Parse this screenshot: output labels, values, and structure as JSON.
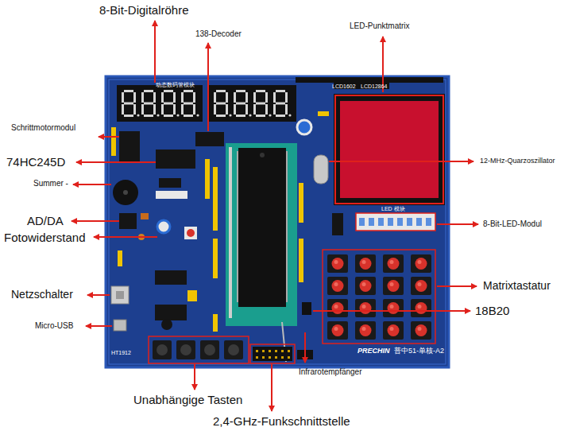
{
  "diagram": {
    "labels": [
      "8-Bit-Digitalröhre",
      "138-Decoder",
      "LED-Punktmatrix",
      "Schrittmotormodul",
      "74HC245D",
      "Summer -",
      "AD/DA",
      "Fotowiderstand",
      "Netzschalter",
      "Micro-USB",
      "Unabhängige Tasten",
      "2,4-GHz-Funkschnittstelle",
      "Infrarotempfänger",
      "18B20",
      "Matrixtastatur",
      "8-Bit-LED-Modul",
      "12-MHz-Quarzoszillator",
      "动态数码管模块",
      "LCD1602",
      "LCD12864",
      "LED 模块",
      "PRECHIN",
      "普中51-单核-A2",
      "HT1912"
    ]
  }
}
